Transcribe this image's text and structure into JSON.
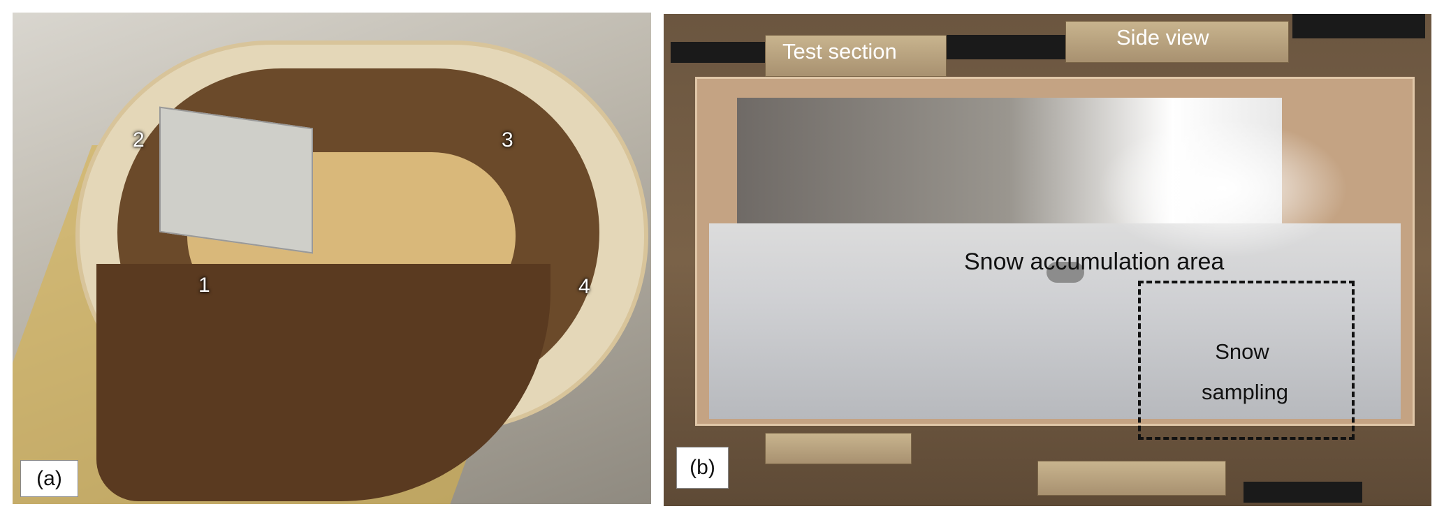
{
  "panel_a": {
    "tag": "(a)",
    "markers": [
      "1",
      "2",
      "3",
      "4"
    ]
  },
  "panel_b": {
    "tag": "(b)",
    "labels": {
      "test_section": "Test section",
      "side_view": "Side view",
      "accumulation": "Snow accumulation area",
      "sampling_line1": "Snow",
      "sampling_line2": "sampling"
    }
  }
}
